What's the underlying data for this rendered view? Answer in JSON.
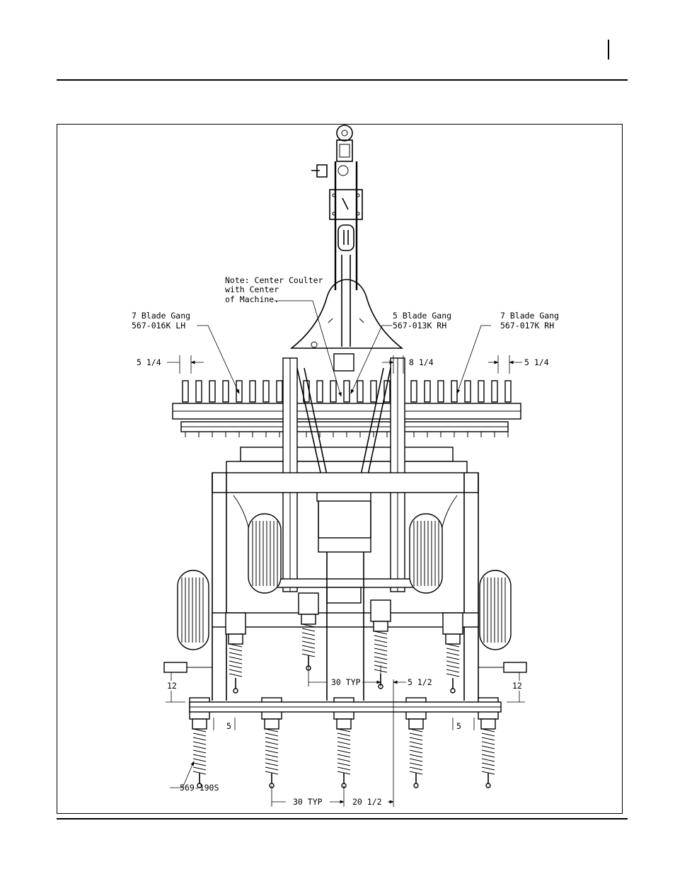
{
  "page": {
    "header_rule": true,
    "footer_rule": true
  },
  "figure": {
    "callouts": {
      "note_line1": "Note: Center Coulter",
      "note_line2": "with Center",
      "note_line3": "of Machine.",
      "gang_lh_line1": "7 Blade Gang",
      "gang_lh_line2": "567-016K LH",
      "gang_center_line1": "5 Blade Gang",
      "gang_center_line2": "567-013K RH",
      "gang_rh_line1": "7 Blade Gang",
      "gang_rh_line2": "567-017K RH",
      "part_number": "569-190S"
    },
    "dimensions": {
      "left_gang_offset": "5 1/4",
      "center_gang_offset": "8 1/4",
      "right_gang_offset": "5 1/4",
      "upper_row_spacing": "30 TYP",
      "upper_center_offset": "5 1/2",
      "left_wheel_rear": "12",
      "right_wheel_rear": "12",
      "left_row_offset": "5",
      "right_row_offset": "5",
      "lower_row_spacing": "30 TYP",
      "lower_center_offset": "20 1/2"
    }
  }
}
